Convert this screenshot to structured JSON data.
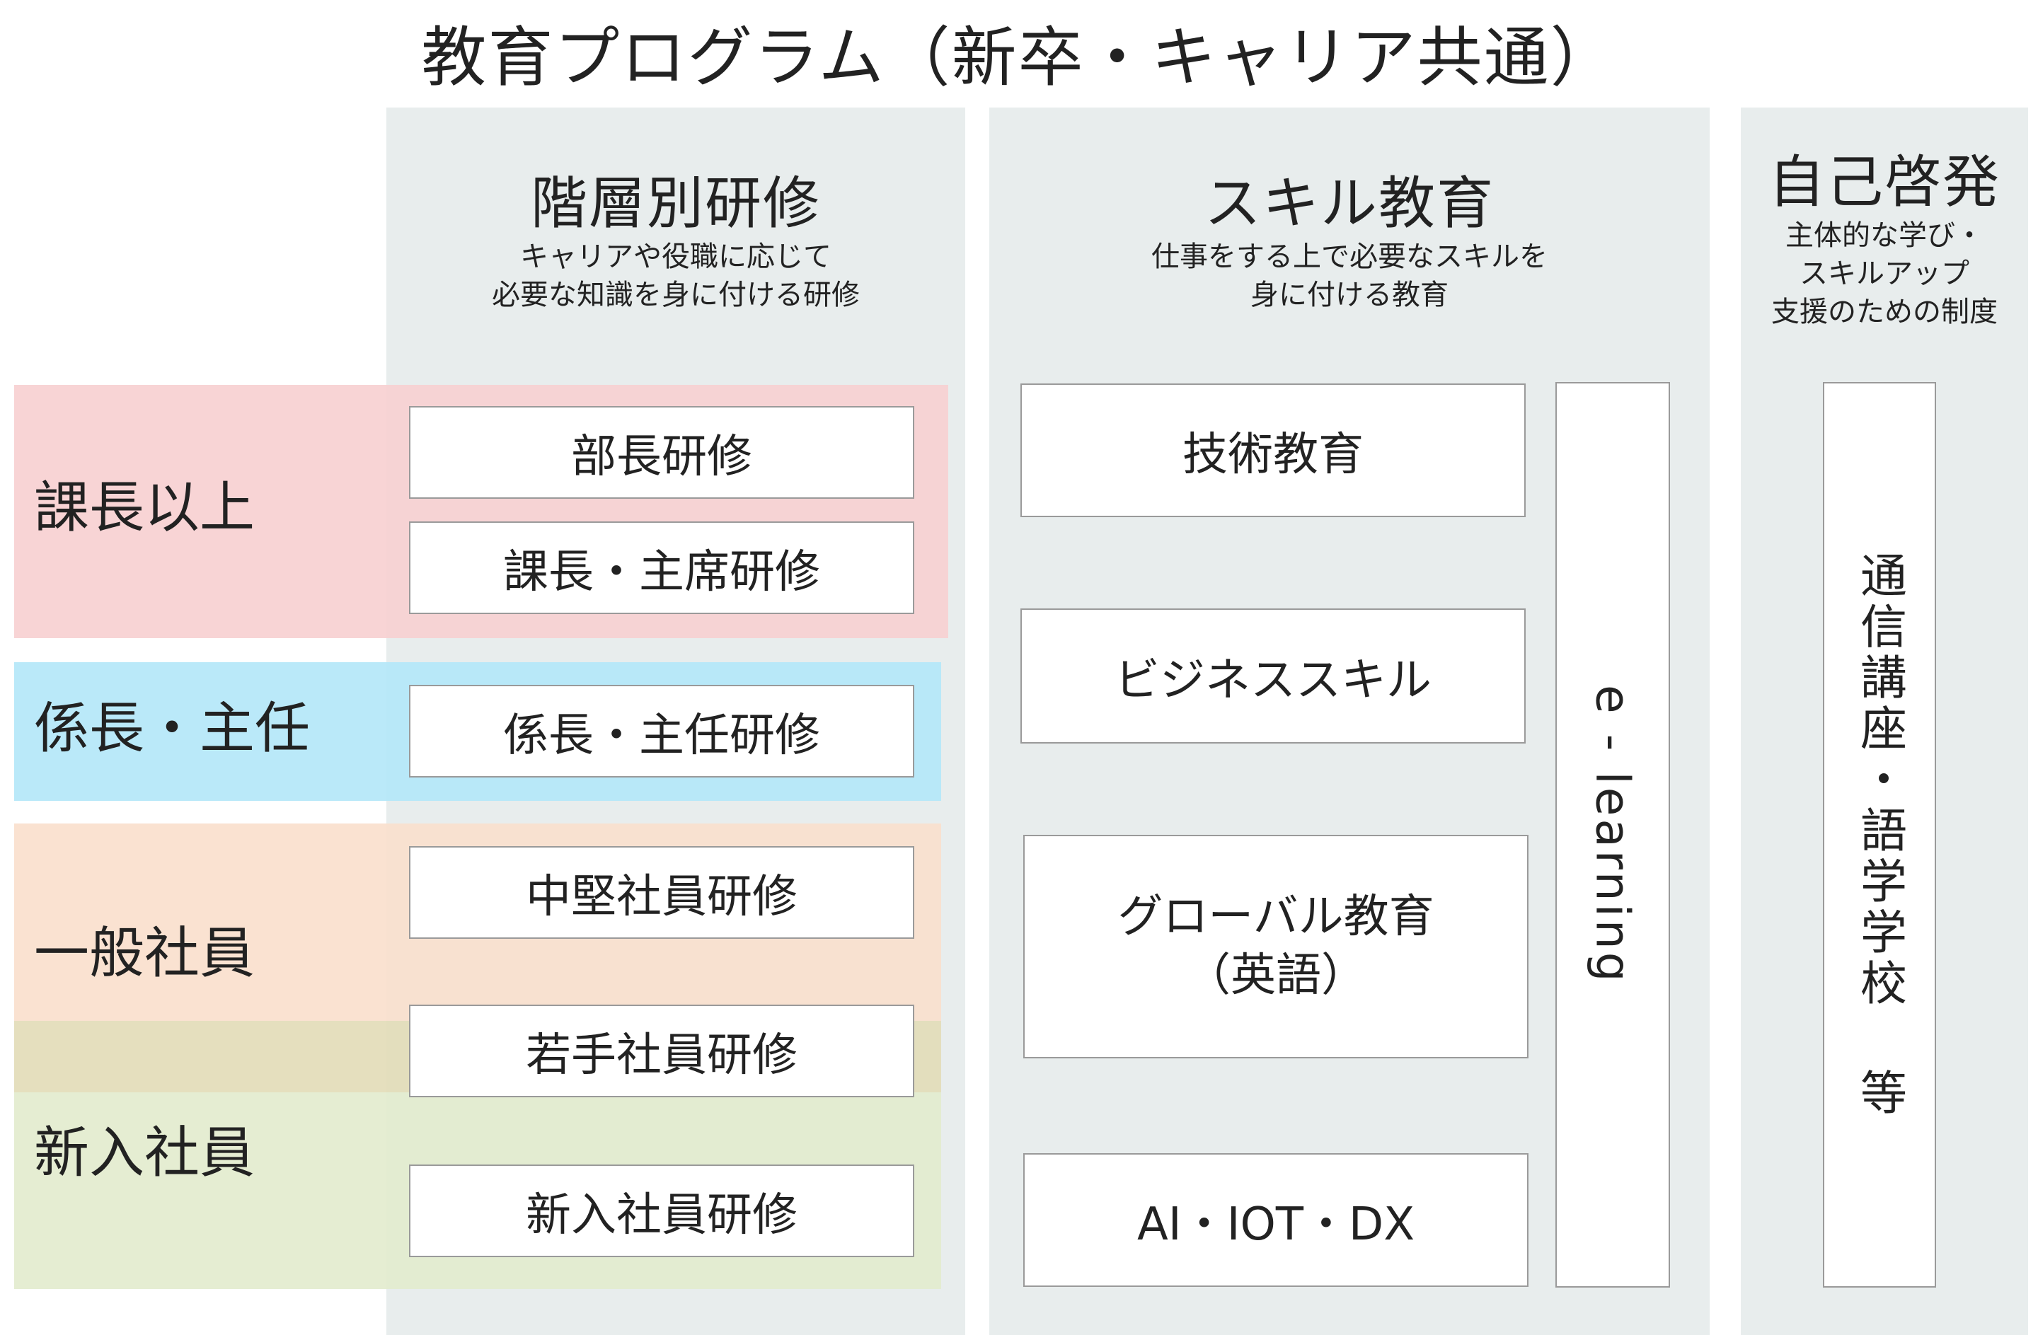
{
  "title": "教育プログラム（新卒・キャリア共通）",
  "columns": {
    "hierarchy": {
      "heading": "階層別研修",
      "desc_line1": "キャリアや役職に応じて",
      "desc_line2": "必要な知識を身に付ける研修"
    },
    "skill": {
      "heading": "スキル教育",
      "desc_line1": "仕事をする上で必要なスキルを",
      "desc_line2": "身に付ける教育"
    },
    "self": {
      "heading": "自己啓発",
      "desc_line1": "主体的な学び・",
      "desc_line2": "スキルアップ",
      "desc_line3": "支援のための制度"
    }
  },
  "levels": {
    "manager": "課長以上",
    "chief": "係長・主任",
    "general": "一般社員",
    "newhire": "新入社員"
  },
  "hierarchy_trainings": {
    "dept_manager": "部長研修",
    "section_manager": "課長・主席研修",
    "chief": "係長・主任研修",
    "mid_level": "中堅社員研修",
    "young": "若手社員研修",
    "newhire": "新入社員研修"
  },
  "skill_programs": {
    "technical": "技術教育",
    "business": "ビジネススキル",
    "global_line1": "グローバル教育",
    "global_line2": "（英語）",
    "digital": "AI・IOT・DX",
    "elearning": "e - learning"
  },
  "self_development": {
    "program": "通信講座・語学学校 等"
  },
  "colors": {
    "panel": "#e8eded",
    "manager": "#f7cfd0",
    "chief": "#b3e7f8",
    "general": "#f9dfcc",
    "overlap": "#e2dbb7",
    "newhire": "#e2ebcd"
  }
}
